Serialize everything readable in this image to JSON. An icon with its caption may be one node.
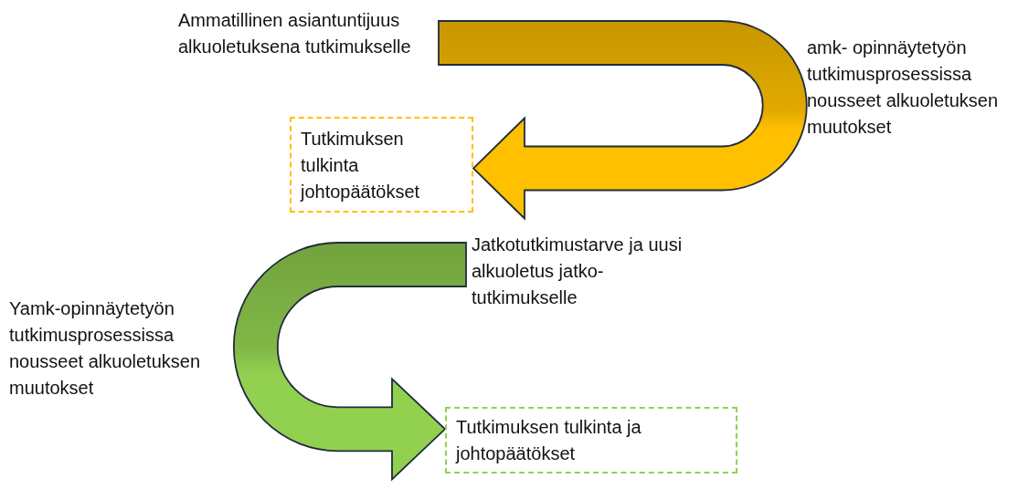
{
  "diagram": {
    "nodes": [
      {
        "text": [
          "Ammatillinen asiantuntijuus alkuoletuksena tutkimukselle"
        ]
      },
      {
        "text": [
          "Tutkimuksen tulkinta johtopäätökset"
        ]
      },
      {
        "text": [
          "Jatkotutkimustarve ja uusi alkuoletus jatko- tutkimukselle"
        ]
      },
      {
        "text": [
          "Tutkimuksen tulkinta ja johtopäätökset"
        ]
      }
    ],
    "edges": [
      {
        "from": 0,
        "to": 1,
        "arrow": "to",
        "style": "thick",
        "color": "#ffc000"
      },
      {
        "from": 2,
        "to": 3,
        "arrow": "to",
        "style": "thick",
        "color": "#92d050"
      }
    ],
    "labels": [
      "amk- opinnäytetyön tutkimusprosessissa nousseet alkuoletuksen muutokset",
      "Yamk-opinnäytetyön tutkimusprosessissa nousseet alkuoletuksen muutokset"
    ]
  }
}
